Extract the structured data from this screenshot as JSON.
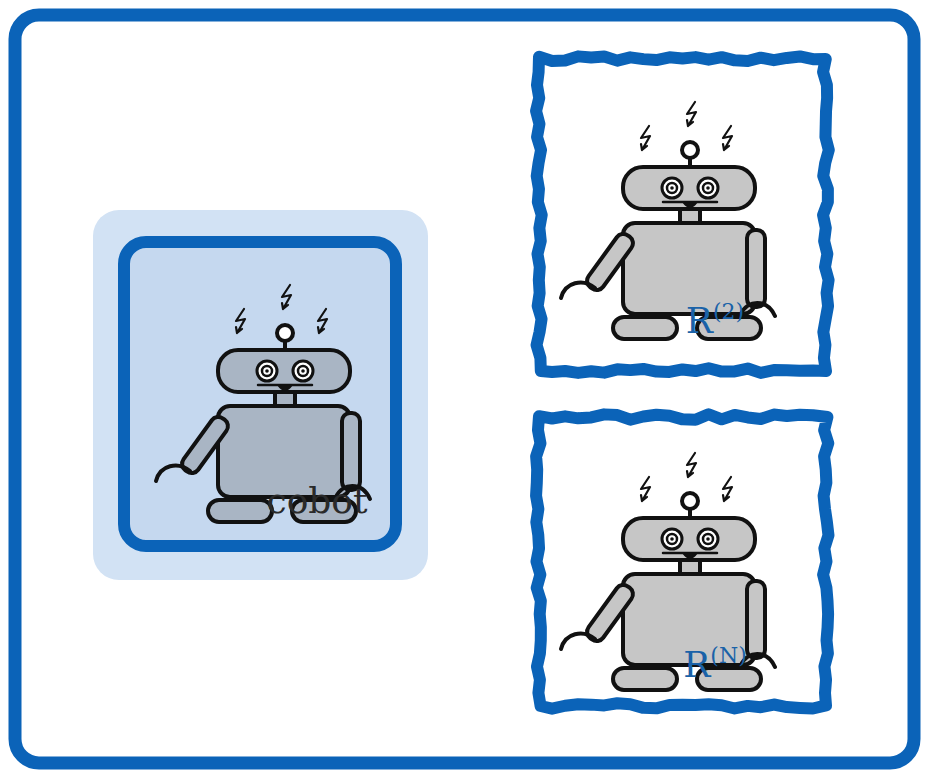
{
  "diagram": {
    "nodes": [
      {
        "text": [
          "cobot"
        ]
      },
      {
        "text": [
          "R",
          "(2)"
        ]
      },
      {
        "text": [
          "R",
          "(N)"
        ]
      }
    ]
  }
}
